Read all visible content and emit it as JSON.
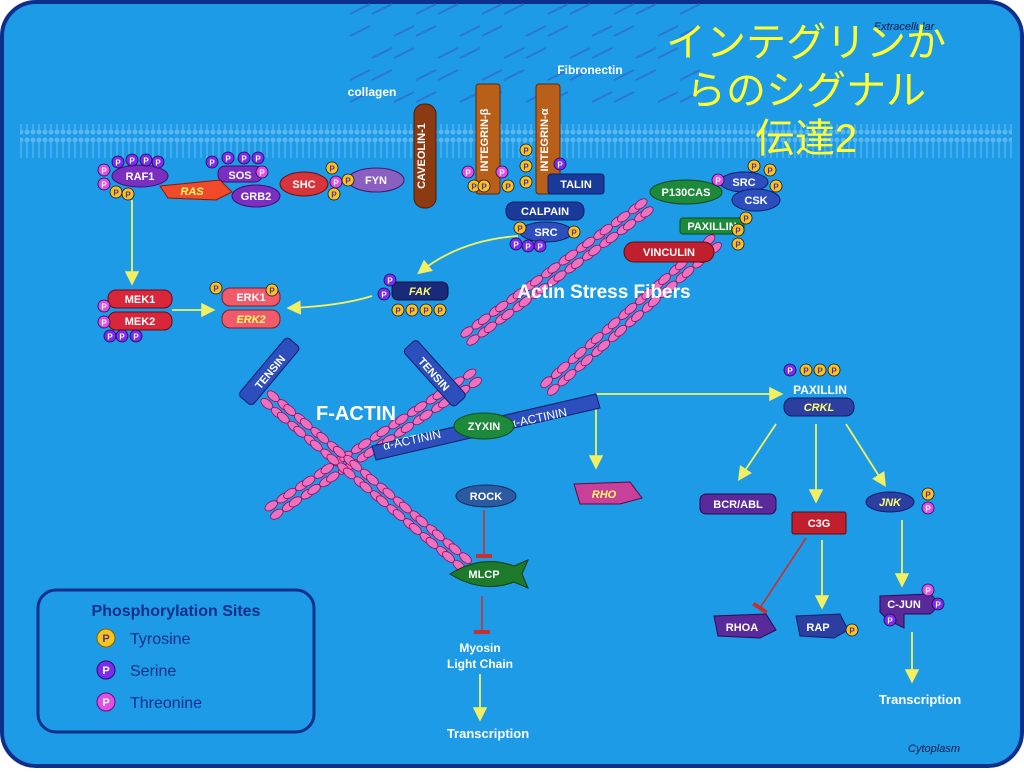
{
  "title": "インテグリンからのシグナル伝達2",
  "title_lines": [
    "インテグリンか",
    "らのシグナル",
    "伝達2"
  ],
  "labels": {
    "extracellular": "Extracellular",
    "cytoplasm": "Cytoplasm",
    "collagen": "collagen",
    "fibronectin": "Fibronectin",
    "actin_stress_fibers": "Actin Stress Fibers",
    "f_actin": "F-ACTIN",
    "myosin_line1": "Myosin",
    "myosin_line2": "Light Chain",
    "transcription_left": "Transcription",
    "transcription_right": "Transcription"
  },
  "molecules": {
    "raf1": "RAF1",
    "ras": "RAS",
    "sos": "SOS",
    "grb2": "GRB2",
    "shc": "SHC",
    "fyn": "FYN",
    "caveolin": "CAVEOLIN-1",
    "integrin_b": "INTEGRIN-β",
    "integrin_a": "INTEGRIN-α",
    "talin": "TALIN",
    "calpain": "CALPAIN",
    "src_mid": "SRC",
    "p130cas": "P130CAS",
    "src_right": "SRC",
    "csk": "CSK",
    "paxillin_top": "PAXILLIN",
    "vinculin": "VINCULIN",
    "mek1": "MEK1",
    "mek2": "MEK2",
    "erk1": "ERK1",
    "erk2": "ERK2",
    "fak": "FAK",
    "tensin_left": "TENSIN",
    "tensin_right": "TENSIN",
    "actinin_left": "α-ACTININ",
    "zyxin": "ZYXIN",
    "actinin_right": "α-ACTININ",
    "rock": "ROCK",
    "mlcp": "MLCP",
    "rho": "RHO",
    "paxillin_right": "PAXILLIN",
    "crkl": "CRKL",
    "bcr_abl": "BCR/ABL",
    "c3g": "C3G",
    "jnk": "JNK",
    "rhoa": "RHOA",
    "rap": "RAP",
    "c_jun": "C-JUN"
  },
  "legend": {
    "title": "Phosphorylation Sites",
    "items": [
      {
        "label": "Tyrosine",
        "color": "#f5c518"
      },
      {
        "label": "Serine",
        "color": "#7b2cf0"
      },
      {
        "label": "Threonine",
        "color": "#e050e8"
      }
    ]
  },
  "p_label": "P",
  "colors": {
    "background": "#1e9be6",
    "border": "#0d2f8c",
    "title": "#ffff33",
    "arrow": "#f2f060",
    "inhibit": "#c83030",
    "actin": "#f070c0"
  }
}
